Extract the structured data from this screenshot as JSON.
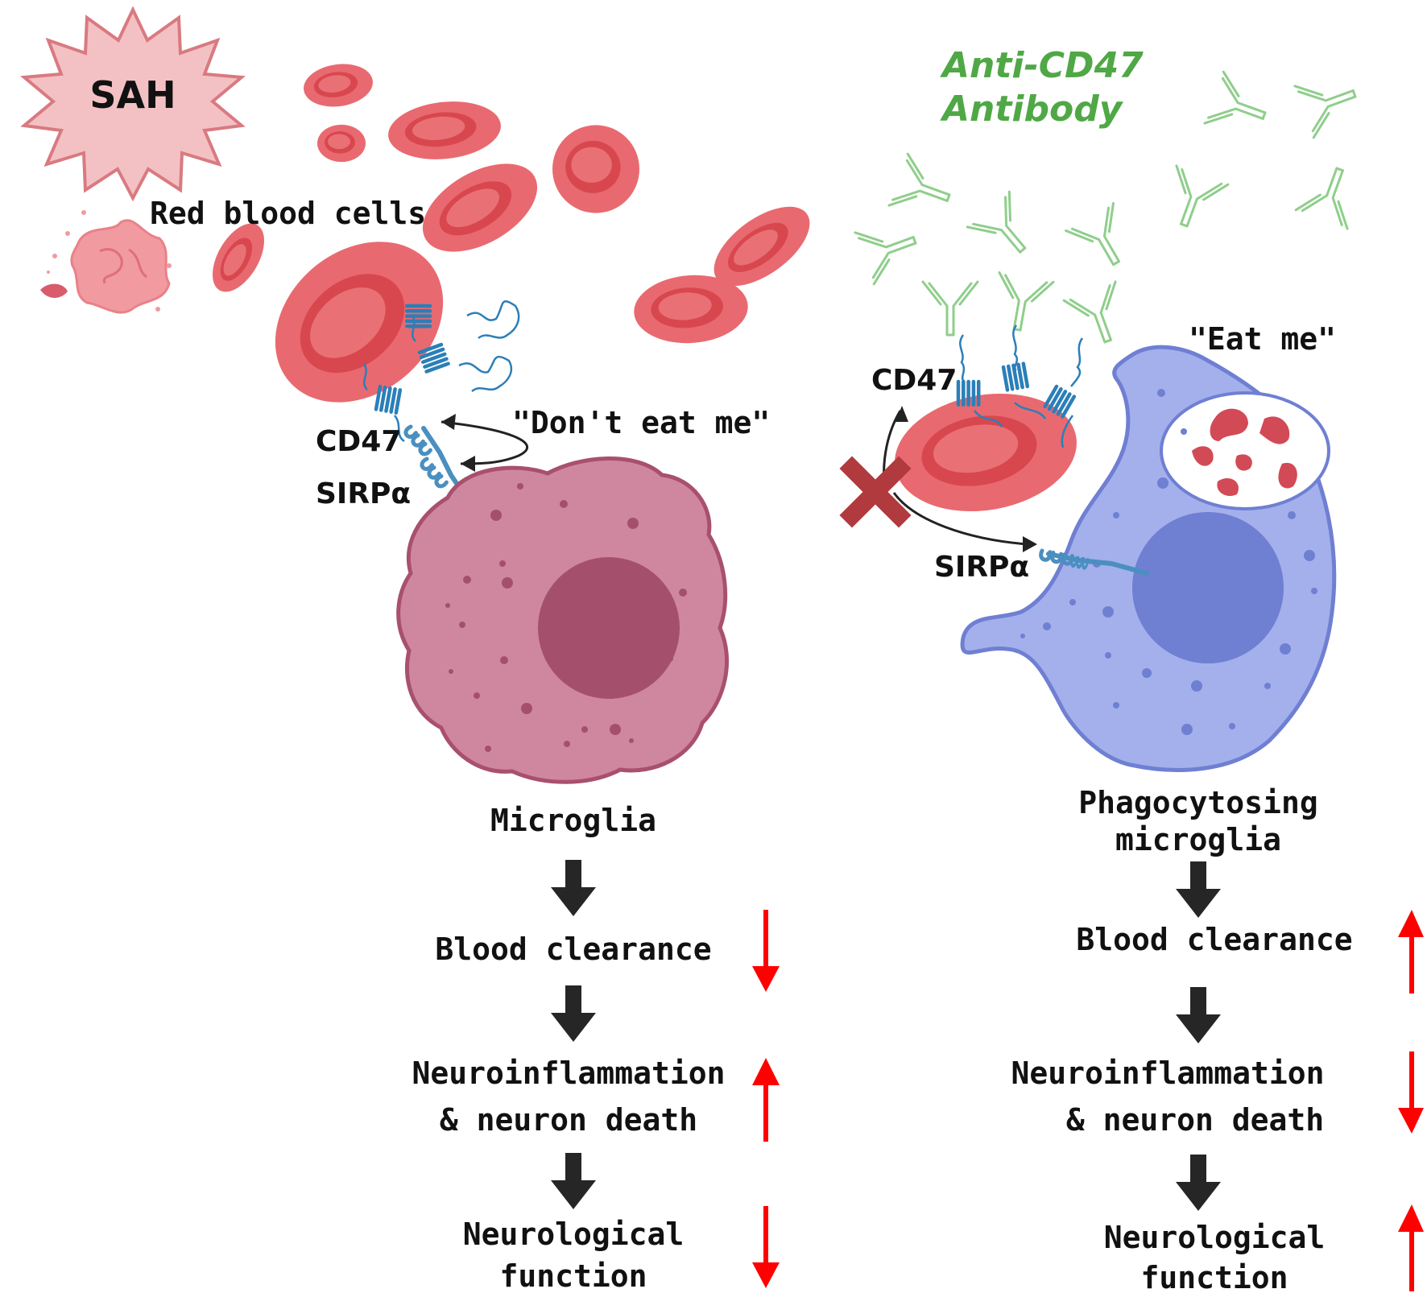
{
  "labels": {
    "sah": "SAH",
    "red_blood_cells": "Red blood cells",
    "anti_cd47_line1": "Anti-CD47",
    "anti_cd47_line2": "Antibody",
    "cd47_left": "CD47",
    "sirpa_left": "SIRPα",
    "dont_eat_me": "\"Don't eat me\"",
    "eat_me": "\"Eat me\"",
    "cd47_right": "CD47",
    "sirpa_right": "SIRPα"
  },
  "left_flow": {
    "title": "Microglia",
    "steps": [
      {
        "line1": "Blood clearance",
        "line2": "",
        "trend": "down"
      },
      {
        "line1": "Neuroinflammation",
        "line2": "& neuron death",
        "trend": "up"
      },
      {
        "line1": "Neurological",
        "line2": "function",
        "trend": "down"
      }
    ]
  },
  "right_flow": {
    "title_line1": "Phagocytosing",
    "title_line2": "microglia",
    "steps": [
      {
        "line1": "Blood clearance",
        "line2": "",
        "trend": "up"
      },
      {
        "line1": "Neuroinflammation",
        "line2": "& neuron death",
        "trend": "down"
      },
      {
        "line1": "Neurological",
        "line2": "function",
        "trend": "up"
      }
    ]
  },
  "colors": {
    "rbc": "#e56b6f",
    "rbc_dark": "#d9484f",
    "microglia": "#cf879f",
    "microglia_nucleus": "#a4506c",
    "phago": "#a3b0ec",
    "phago_nucleus": "#6f7fd2",
    "antibody": "#7cc47a",
    "receptor": "#2b7fb8",
    "trend_arrow": "#ff0000",
    "flow_arrow": "#262626",
    "anti_text": "#4fa845"
  }
}
